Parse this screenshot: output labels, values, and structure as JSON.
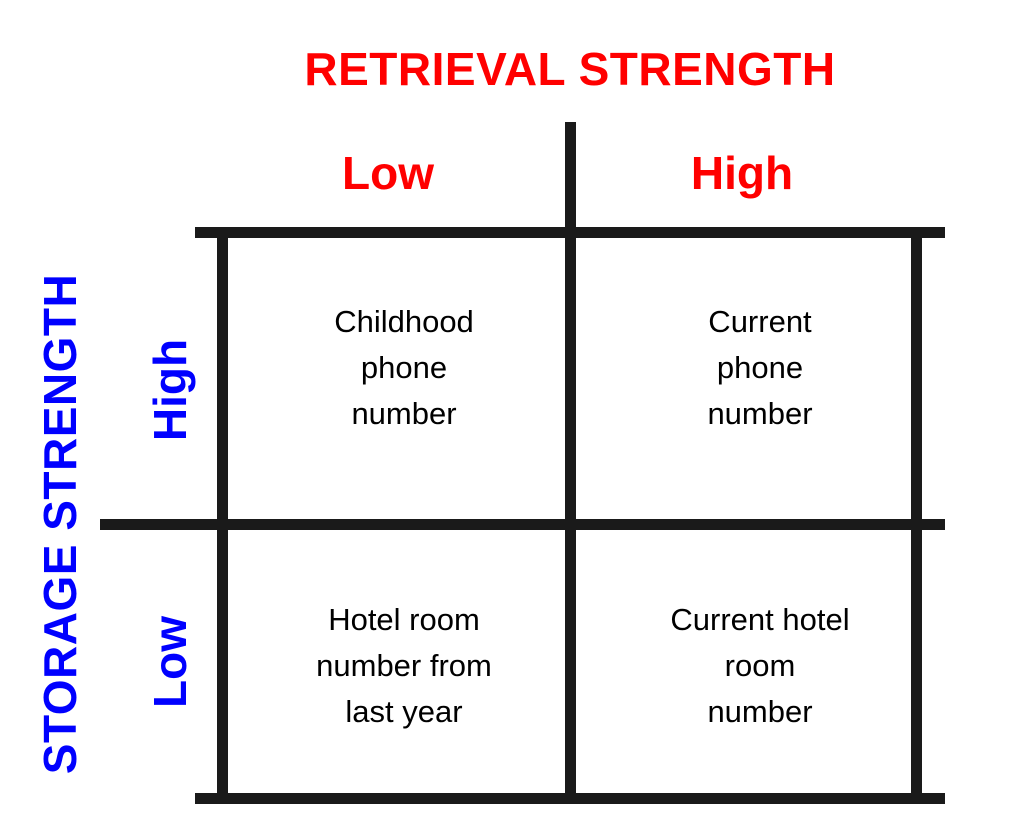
{
  "diagram": {
    "title_x": "RETRIEVAL STRENGTH",
    "title_y": "STORAGE STRENGTH",
    "columns": [
      "Low",
      "High"
    ],
    "rows": [
      "High",
      "Low"
    ],
    "cells": {
      "high_low": [
        "Childhood",
        "phone",
        "number"
      ],
      "high_high": [
        "Current",
        "phone",
        "number"
      ],
      "low_low": [
        "Hotel room",
        "number from",
        "last year"
      ],
      "low_high": [
        "Current hotel",
        "room",
        "number"
      ]
    },
    "colors": {
      "retrieval": "#ff0000",
      "storage": "#0000ff",
      "lines": "#1a1a1a"
    }
  }
}
